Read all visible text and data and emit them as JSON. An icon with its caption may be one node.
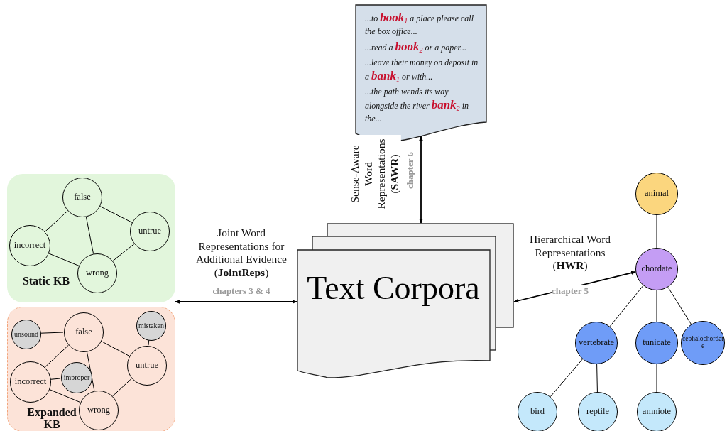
{
  "diagram": {
    "nodes": [
      {
        "text": [
          "Text Corpora"
        ]
      },
      {
        "text": [
          "...to **book**$_{1}$ a place please call the box office...",
          "...read a **book**$_{2}$ or a paper...",
          "...leave their money on deposit in a **bank**$_{1}$ or with...",
          "...the path wends its way alongside the river **bank**$_{2}$ in the..."
        ]
      },
      {
        "text": [
          "Static KB"
        ]
      },
      {
        "text": [
          "false"
        ],
        "in": 2
      },
      {
        "text": [
          "incorrect"
        ],
        "in": 2
      },
      {
        "text": [
          "untrue"
        ],
        "in": 2
      },
      {
        "text": [
          "wrong"
        ],
        "in": 2
      },
      {
        "text": [
          "Expanded KB"
        ]
      },
      {
        "text": [
          "unsound"
        ],
        "in": 7
      },
      {
        "text": [
          "false"
        ],
        "in": 7
      },
      {
        "text": [
          "mistaken"
        ],
        "in": 7
      },
      {
        "text": [
          "incorrect"
        ],
        "in": 7
      },
      {
        "text": [
          "improper"
        ],
        "in": 7
      },
      {
        "text": [
          "untrue"
        ],
        "in": 7
      },
      {
        "text": [
          "wrong"
        ],
        "in": 7
      },
      {
        "text": [
          "animal"
        ]
      },
      {
        "text": [
          "chordate"
        ]
      },
      {
        "text": [
          "vertebrate"
        ]
      },
      {
        "text": [
          "tunicate"
        ]
      },
      {
        "text": [
          "cephalochordate"
        ]
      },
      {
        "text": [
          "bird"
        ]
      },
      {
        "text": [
          "reptile"
        ]
      },
      {
        "text": [
          "amniote"
        ]
      }
    ],
    "edges": [
      {
        "from": 0,
        "to": 1,
        "arrow": "both",
        "label": "Sense-Aware Word Representations (**SAWR**)"
      },
      {
        "from": 2,
        "to": 0,
        "arrow": "both",
        "label": "Joint Word Representations for Additional Evidence (**JointReps**)"
      },
      {
        "from": 0,
        "to": 16,
        "arrow": "both",
        "label": "Hierarchical Word Representations (**HWR**)"
      },
      {
        "from": 3,
        "to": 4,
        "arrow": "none"
      },
      {
        "from": 3,
        "to": 5,
        "arrow": "none"
      },
      {
        "from": 3,
        "to": 6,
        "arrow": "none"
      },
      {
        "from": 4,
        "to": 6,
        "arrow": "none"
      },
      {
        "from": 5,
        "to": 6,
        "arrow": "none"
      },
      {
        "from": 8,
        "to": 9,
        "arrow": "none"
      },
      {
        "from": 9,
        "to": 11,
        "arrow": "none"
      },
      {
        "from": 9,
        "to": 13,
        "arrow": "none"
      },
      {
        "from": 9,
        "to": 14,
        "arrow": "none"
      },
      {
        "from": 10,
        "to": 13,
        "arrow": "none"
      },
      {
        "from": 11,
        "to": 12,
        "arrow": "none"
      },
      {
        "from": 11,
        "to": 14,
        "arrow": "none"
      },
      {
        "from": 13,
        "to": 14,
        "arrow": "none"
      },
      {
        "from": 15,
        "to": 16,
        "arrow": "none"
      },
      {
        "from": 16,
        "to": 17,
        "arrow": "none"
      },
      {
        "from": 16,
        "to": 18,
        "arrow": "none"
      },
      {
        "from": 16,
        "to": 19,
        "arrow": "none"
      },
      {
        "from": 17,
        "to": 20,
        "arrow": "none"
      },
      {
        "from": 17,
        "to": 21,
        "arrow": "none"
      },
      {
        "from": 18,
        "to": 22,
        "arrow": "none"
      }
    ],
    "labels": [
      "chapter 6",
      "chapters 3 & 4",
      "chapter 5"
    ]
  }
}
